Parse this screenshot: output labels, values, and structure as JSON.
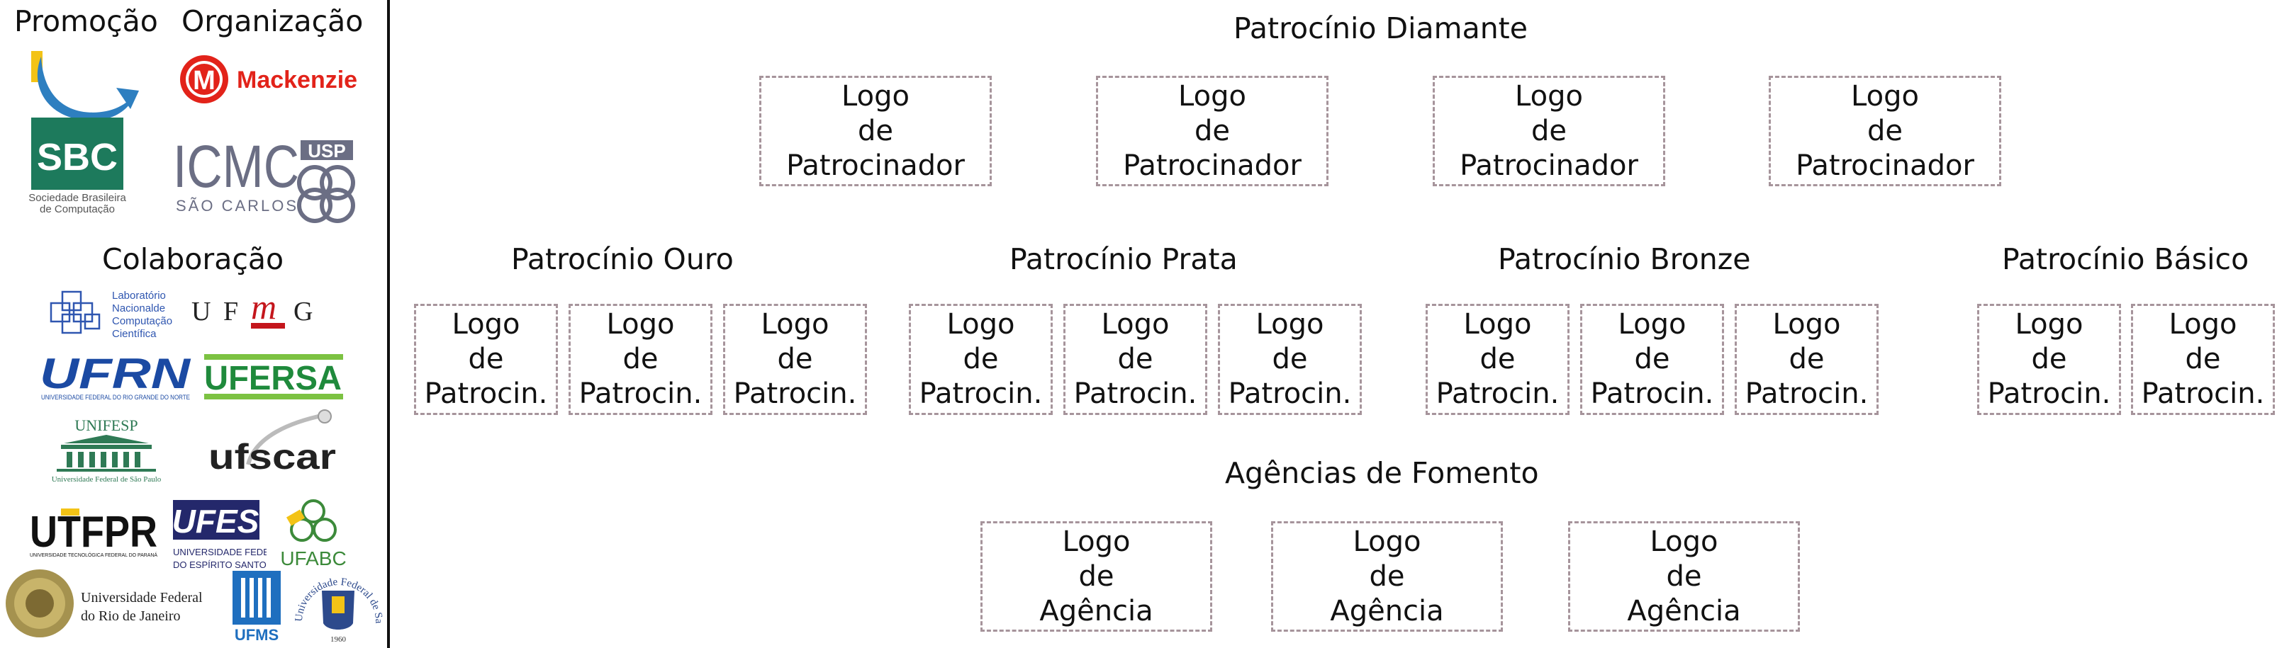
{
  "left_panel": {
    "promocao": "Promoção",
    "organizacao": "Organização",
    "colaboracao": "Colaboração",
    "logos": {
      "sbc": {
        "main": "SBC",
        "sub1": "Sociedade Brasileira",
        "sub2": "de Computação"
      },
      "mackenzie": {
        "mark": "M",
        "name": "Mackenzie"
      },
      "icmc": {
        "main": "ICMC",
        "usp": "USP",
        "sub": "SÃO CARLOS"
      },
      "lncc": {
        "l1": "Laboratório",
        "l2": "Nacionalde",
        "l3": "Computação",
        "l4": "Científica"
      },
      "ufmg": {
        "u": "U F",
        "m": "m",
        "g": "G"
      },
      "ufrn": {
        "main": "UFRN",
        "sub": "UNIVERSIDADE FEDERAL DO RIO GRANDE DO NORTE"
      },
      "ufersa": {
        "main": "UFERSA"
      },
      "unifesp": {
        "main": "UNIFESP",
        "sub": "Universidade Federal de São Paulo"
      },
      "ufscar": {
        "main": "ufscar"
      },
      "utfpr": {
        "main": "UTFPR",
        "sub": "UNIVERSIDADE TECNOLÓGICA FEDERAL DO PARANÁ"
      },
      "ufes": {
        "main": "UFES",
        "sub1": "UNIVERSIDADE FEDERAL",
        "sub2": "DO ESPÍRITO SANTO"
      },
      "ufabc": {
        "main": "UFABC"
      },
      "ufrj": {
        "l1": "Universidade Federal",
        "l2": "do Rio de Janeiro"
      },
      "ufms": {
        "main": "UFMS"
      },
      "ufsm": {
        "arc": "Universidade Federal de Santa Maria",
        "sub": "1960"
      }
    }
  },
  "diamante": {
    "title": "Patrocínio Diamante",
    "boxes": [
      {
        "l1": "Logo",
        "l2": "de",
        "l3": "Patrocinador"
      },
      {
        "l1": "Logo",
        "l2": "de",
        "l3": "Patrocinador"
      },
      {
        "l1": "Logo",
        "l2": "de",
        "l3": "Patrocinador"
      },
      {
        "l1": "Logo",
        "l2": "de",
        "l3": "Patrocinador"
      }
    ]
  },
  "ouro": {
    "title": "Patrocínio Ouro",
    "boxes": [
      {
        "l1": "Logo",
        "l2": "de",
        "l3": "Patrocin."
      },
      {
        "l1": "Logo",
        "l2": "de",
        "l3": "Patrocin."
      },
      {
        "l1": "Logo",
        "l2": "de",
        "l3": "Patrocin."
      }
    ]
  },
  "prata": {
    "title": "Patrocínio Prata",
    "boxes": [
      {
        "l1": "Logo",
        "l2": "de",
        "l3": "Patrocin."
      },
      {
        "l1": "Logo",
        "l2": "de",
        "l3": "Patrocin."
      },
      {
        "l1": "Logo",
        "l2": "de",
        "l3": "Patrocin."
      }
    ]
  },
  "bronze": {
    "title": "Patrocínio Bronze",
    "boxes": [
      {
        "l1": "Logo",
        "l2": "de",
        "l3": "Patrocin."
      },
      {
        "l1": "Logo",
        "l2": "de",
        "l3": "Patrocin."
      },
      {
        "l1": "Logo",
        "l2": "de",
        "l3": "Patrocin."
      }
    ]
  },
  "basico": {
    "title": "Patrocínio Básico",
    "boxes": [
      {
        "l1": "Logo",
        "l2": "de",
        "l3": "Patrocin."
      },
      {
        "l1": "Logo",
        "l2": "de",
        "l3": "Patrocin."
      }
    ]
  },
  "fomento": {
    "title": "Agências de Fomento",
    "boxes": [
      {
        "l1": "Logo",
        "l2": "de",
        "l3": "Agência"
      },
      {
        "l1": "Logo",
        "l2": "de",
        "l3": "Agência"
      },
      {
        "l1": "Logo",
        "l2": "de",
        "l3": "Agência"
      }
    ]
  },
  "colors": {
    "box_border": "#a6949b",
    "sbc_green": "#1d7a5c",
    "sbc_blue": "#2e7fc0",
    "sbc_yellow": "#f3c316",
    "mackenzie_red": "#e2231a",
    "icmc_gray": "#6b6e84",
    "ufrn_blue": "#1b4aa3",
    "ufersa_green": "#1f8a3c",
    "ufes_navy": "#24286b",
    "ufabc_green": "#3c8a3a",
    "ufms_blue": "#1f6fbf"
  }
}
